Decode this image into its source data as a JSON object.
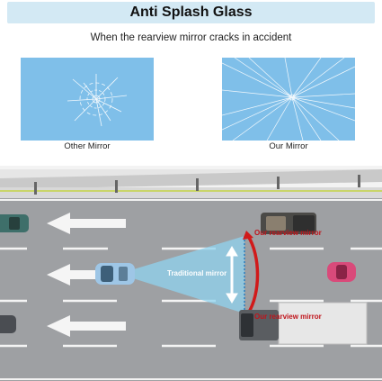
{
  "banner": {
    "title": "Anti Splash Glass"
  },
  "subtitle": "When the rearview mirror cracks in accident",
  "panels": [
    {
      "caption": "Other Mirror"
    },
    {
      "caption": "Our Mirror"
    }
  ],
  "scene": {
    "labels": {
      "top": "Our rearview mirror",
      "middle": "Traditional mirror",
      "bottom": "Our rearview mirror"
    }
  },
  "colors": {
    "banner_bg": "#d3e9f4",
    "glass": "#7fbfe9",
    "road": "#9ea0a3",
    "cone": "#8fd3ef",
    "arrow_red": "#d11a1a",
    "label_red": "#c0141b"
  }
}
